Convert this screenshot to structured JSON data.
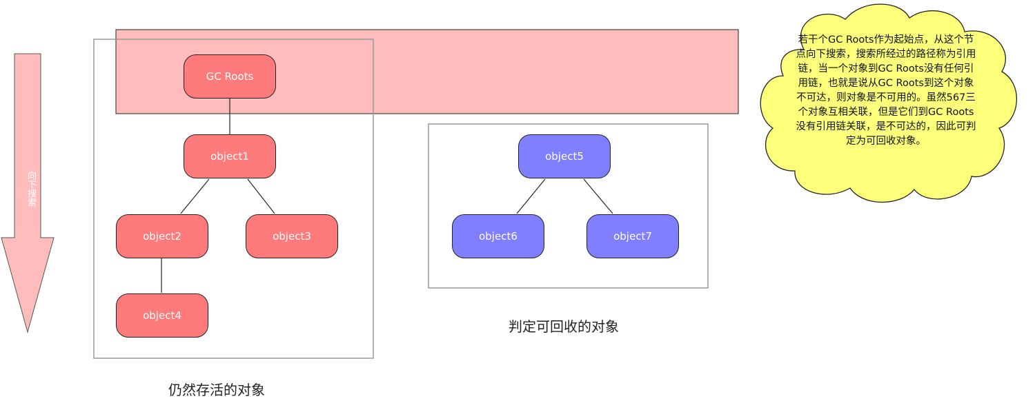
{
  "nodes": {
    "gc_roots": "GC Roots",
    "object1": "object1",
    "object2": "object2",
    "object3": "object3",
    "object4": "object4",
    "object5": "object5",
    "object6": "object6",
    "object7": "object7"
  },
  "arrow_label": "向下搜索",
  "captions": {
    "alive": "仍然存活的对象",
    "collectable": "判定可回收的对象"
  },
  "note": "若干个GC Roots作为起始点，从这个节点向下搜索，搜索所经过的路径称为引用链，当一个对象到GC Roots没有任何引用链，也就是说从GC Roots到这个对象不可达，则对象是不可用的。虽然567三个对象互相关联，但是它们到GC Roots没有引用链关联，是不可达的，因此可判定为可回收对象。",
  "colors": {
    "reachable_fill": "#ff7a7a",
    "unreachable_fill": "#7f7fff",
    "band_fill": "#ffbcbc",
    "arrow_fill": "#ffbcbc",
    "cloud_fill": "#fbff79"
  }
}
